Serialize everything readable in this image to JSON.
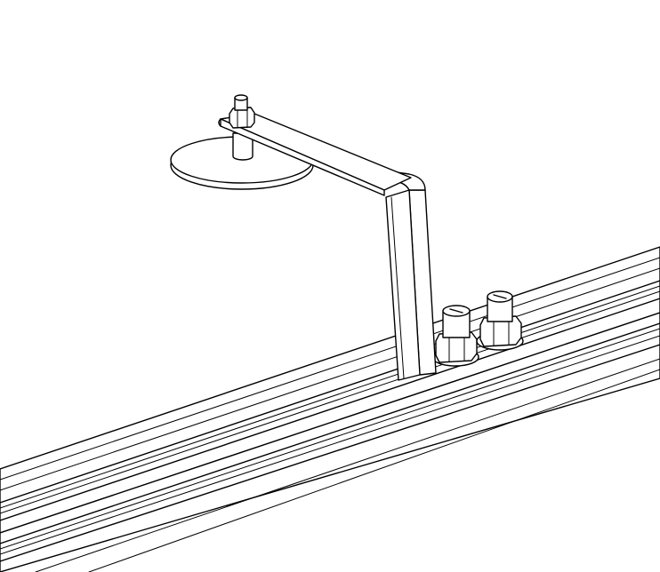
{
  "drawing": {
    "style": "line-art technical illustration",
    "background_color": "#ffffff",
    "line_color": "#000000",
    "components": [
      "aluminum-extrusion-rail",
      "l-bracket-arm",
      "circular-disc-plate",
      "top-hex-nut",
      "threaded-stud-1",
      "threaded-stud-2"
    ]
  }
}
